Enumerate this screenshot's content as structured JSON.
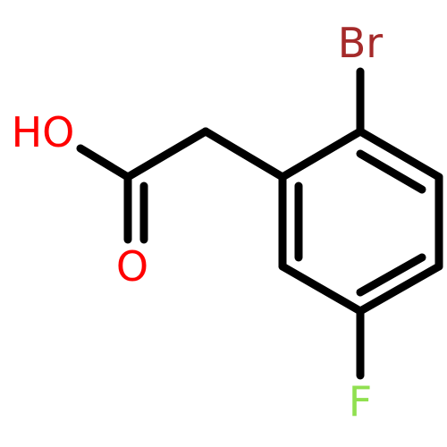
{
  "molecule": {
    "atoms": {
      "bromine": {
        "symbol": "Br",
        "color": "#a52a2a"
      },
      "hydroxyl": {
        "symbol": "HO",
        "color": "#ff0000"
      },
      "carbonyl_oxygen": {
        "symbol": "O",
        "color": "#ff0000"
      },
      "fluorine": {
        "symbol": "F",
        "color": "#90e050"
      }
    },
    "bond_color": "#000000"
  }
}
